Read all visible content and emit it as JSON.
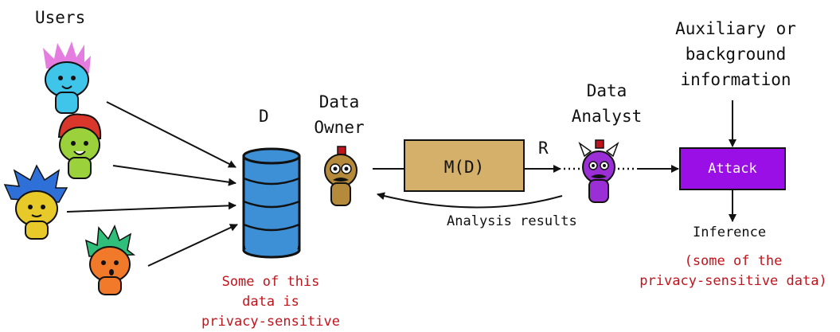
{
  "users_label": "Users",
  "database": {
    "label": "D",
    "note": [
      "Some of this",
      "data is",
      "privacy-sensitive"
    ]
  },
  "data_owner": {
    "label": [
      "Data",
      "Owner"
    ]
  },
  "mechanism": {
    "label": "M(D)"
  },
  "release_label": "R",
  "analysis_results_label": "Analysis results",
  "data_analyst": {
    "label": [
      "Data",
      "Analyst"
    ]
  },
  "auxiliary": {
    "label": [
      "Auxiliary or",
      "background",
      "information"
    ]
  },
  "attack": {
    "label": "Attack"
  },
  "inference": {
    "label": "Inference",
    "note": [
      "(some of the",
      "privacy-sensitive data)"
    ]
  },
  "colors": {
    "database_fill": "#3d8fd6",
    "mechanism_fill": "#d4b06a",
    "attack_fill": "#9a0fe6",
    "sensitive_text": "#c0141c",
    "user_hair": [
      "#e57de0",
      "#d9362c",
      "#2f6fd8",
      "#2fbf7a"
    ],
    "user_face": [
      "#3fc4ea",
      "#9bd13a",
      "#e8c92a",
      "#f07a2a"
    ]
  }
}
